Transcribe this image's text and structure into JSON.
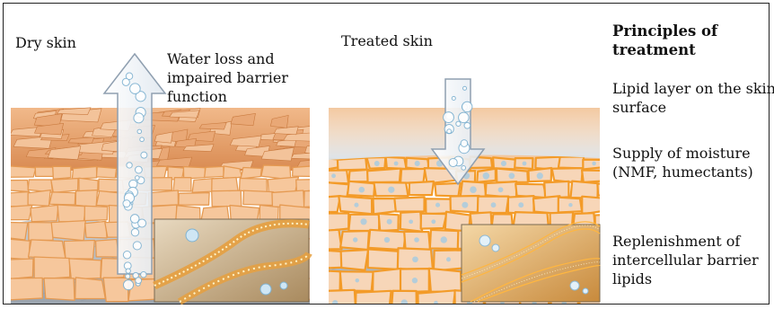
{
  "panels": {
    "dry": {
      "title": "Dry skin",
      "annotation": "Water loss and impaired barrier function",
      "annotation_lines": [
        "Water loss and",
        "impaired barrier",
        "function"
      ],
      "arrow_direction": "up"
    },
    "treated": {
      "title": "Treated skin",
      "arrow_direction": "down"
    }
  },
  "principles": {
    "heading": "Principles of treatment",
    "heading_lines": [
      "Principles of",
      "treatment"
    ],
    "items": [
      {
        "text": "Lipid layer on the skin surface",
        "lines": [
          "Lipid layer on the skin",
          "surface"
        ]
      },
      {
        "text": "Supply of moisture (NMF, humectants)",
        "lines": [
          "Supply of moisture",
          "(NMF, humectants)"
        ]
      },
      {
        "text": "Replenishment of intercellular barrier lipids",
        "lines": [
          "Replenishment of",
          "intercellular barrier",
          "lipids"
        ]
      }
    ]
  },
  "colors": {
    "skin_cell": "#f6c79c",
    "skin_edge": "#e59a52",
    "scale_flake": "#e9a876",
    "treated_edge": "#f39b28",
    "dermis": "#b6bcc4",
    "lipid_film": "#dfe7ee",
    "water_drop": "#9ec9e6",
    "arrow_fill": "#eef3f8",
    "arrow_stroke": "#8f9fb0"
  }
}
